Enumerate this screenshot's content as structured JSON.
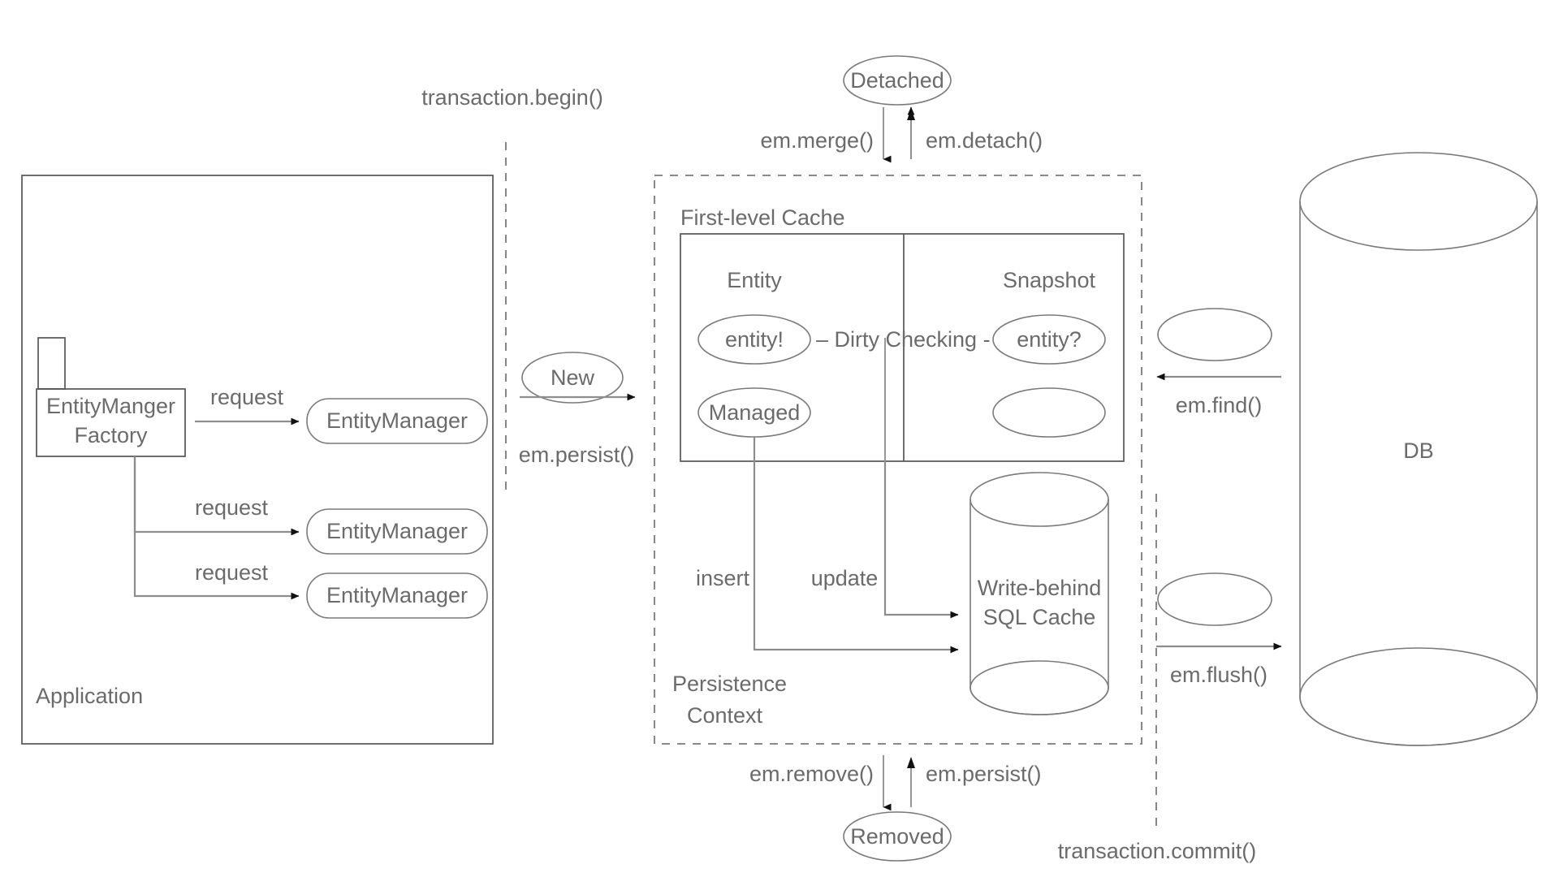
{
  "diagram": {
    "title": "JPA Persistence Context Diagram",
    "colors": {
      "stroke": "#7a7a7a",
      "text": "#6b6b6b",
      "arrow": "#111111",
      "background": "#ffffff"
    },
    "application": {
      "box_label": "Application",
      "factory_label_line1": "EntityManger",
      "factory_label_line2": "Factory",
      "entity_managers": [
        {
          "label": "EntityManager",
          "request_label": "request"
        },
        {
          "label": "EntityManager",
          "request_label": "request"
        },
        {
          "label": "EntityManager",
          "request_label": "request"
        }
      ]
    },
    "transaction": {
      "begin_label": "transaction.begin()",
      "commit_label": "transaction.commit()"
    },
    "states": {
      "new_label": "New",
      "detached_label": "Detached",
      "removed_label": "Removed",
      "managed_label": "Managed"
    },
    "persistence_context": {
      "label_line1": "Persistence",
      "label_line2": "Context",
      "first_level_cache": {
        "label": "First-level Cache",
        "column_entity": "Entity",
        "column_snapshot": "Snapshot",
        "entity_value": "entity!",
        "snapshot_value": "entity?",
        "dirty_checking_label": "– Dirty Checking -"
      },
      "write_behind_cache": {
        "label_line1": "Write-behind",
        "label_line2": "SQL Cache"
      },
      "insert_label": "insert",
      "update_label": "update"
    },
    "operations": {
      "persist": "em.persist()",
      "merge": "em.merge()",
      "detach": "em.detach()",
      "remove": "em.remove()",
      "persist_back": "em.persist()",
      "find": "em.find()",
      "flush": "em.flush()"
    },
    "database": {
      "label": "DB"
    }
  }
}
